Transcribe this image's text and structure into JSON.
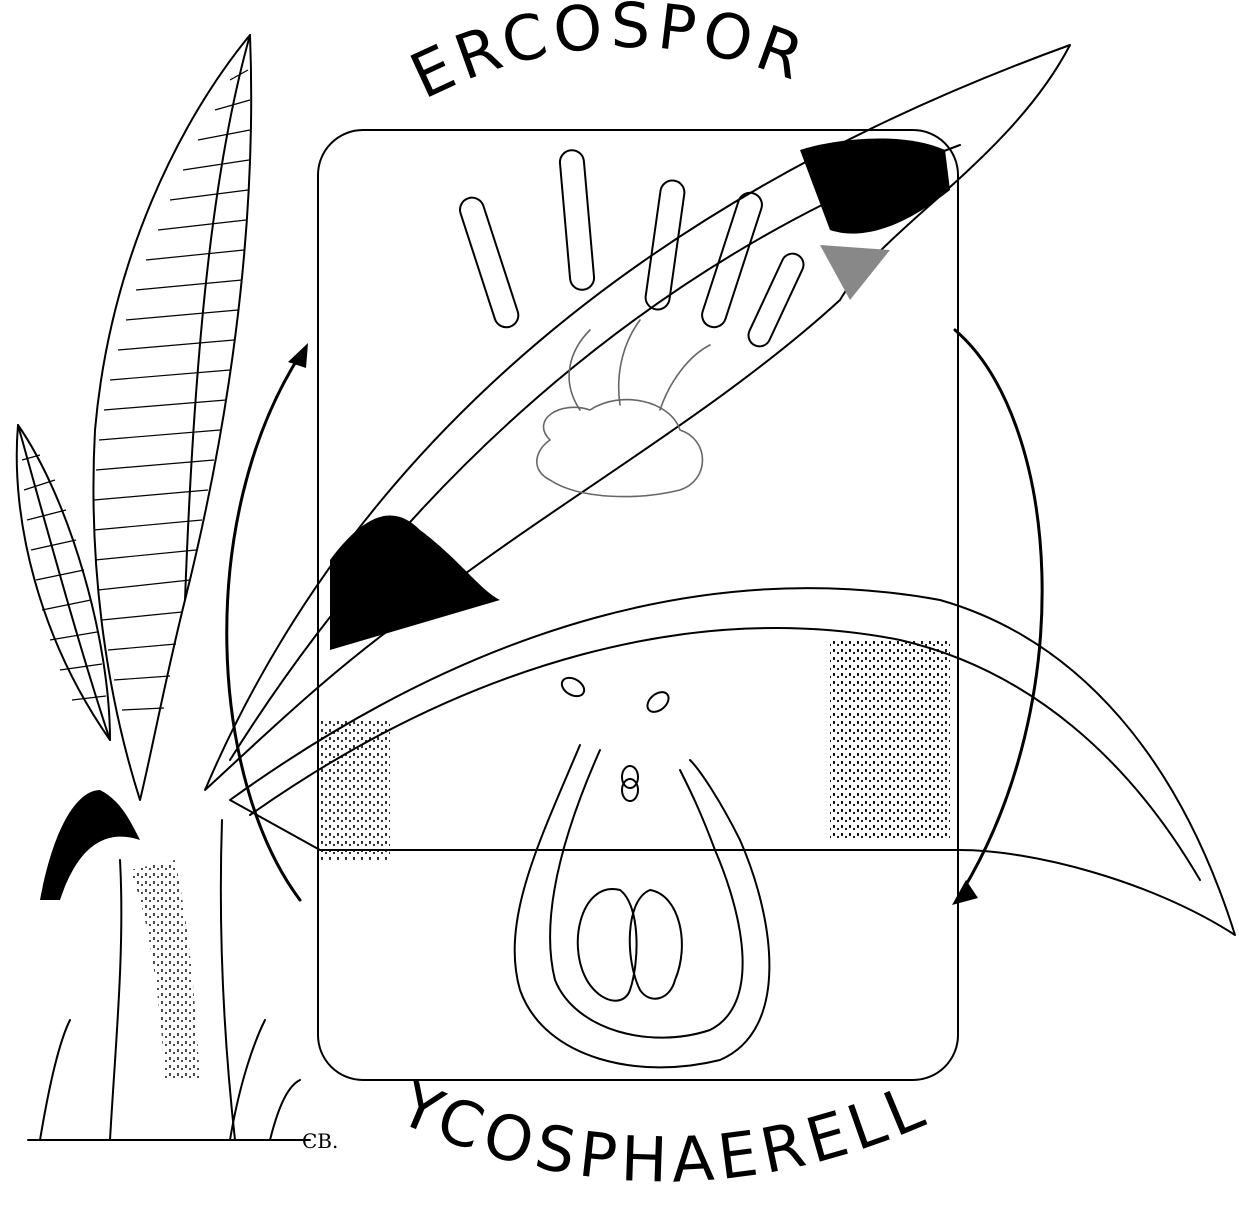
{
  "labels": {
    "top": "CERCOSPORA",
    "bottom": "MYCOSPHAERELLA",
    "signature": "CB."
  }
}
